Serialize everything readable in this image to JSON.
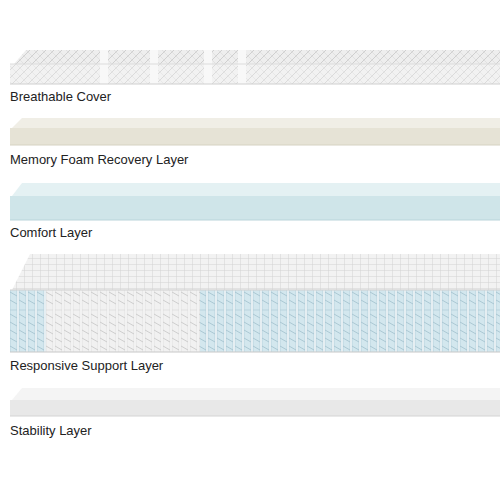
{
  "diagram": {
    "labels": [
      "Breathable Cover",
      "Memory Foam Recovery Layer",
      "Comfort Layer",
      "Responsive Support Layer",
      "Stability Layer"
    ]
  }
}
